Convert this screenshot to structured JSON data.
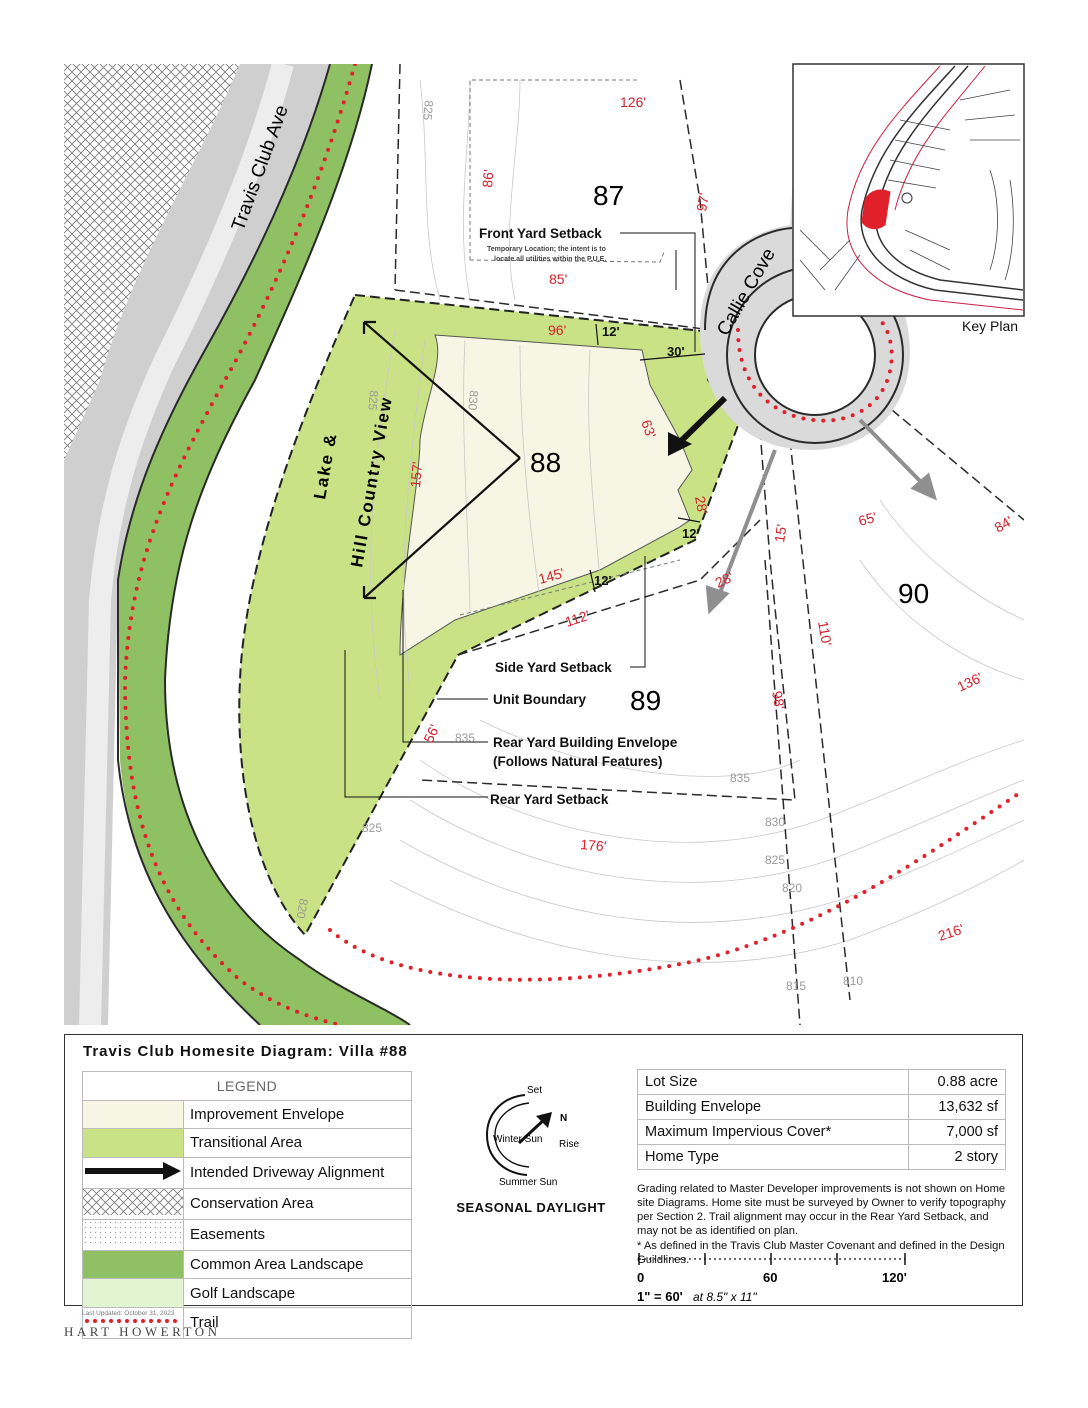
{
  "map": {
    "road_label": "Travis Club Ave",
    "cove_label": "Callie Cove",
    "view_label_1": "Lake &",
    "view_label_2": "Hill Country View",
    "lots": [
      "87",
      "88",
      "89",
      "90"
    ],
    "dims": [
      "126'",
      "86'",
      "97'",
      "85'",
      "96'",
      "12'",
      "30'",
      "63'",
      "157'",
      "28'",
      "12'",
      "145'",
      "12'",
      "112'",
      "56'",
      "28'",
      "15'",
      "65'",
      "84'",
      "110'",
      "136'",
      "98'",
      "176'",
      "216'"
    ],
    "contours": [
      "825",
      "825",
      "830",
      "835",
      "835",
      "830",
      "825",
      "820",
      "815",
      "810",
      "820",
      "825"
    ],
    "callouts": {
      "front_yard": "Front Yard Setback",
      "front_yard_note_1": "Temporary Location; the intent is to",
      "front_yard_note_2": "locate all utilities within the P.U.E.",
      "side_yard": "Side Yard Setback",
      "unit_boundary": "Unit Boundary",
      "rear_envelope_1": "Rear Yard Building Envelope",
      "rear_envelope_2": "(Follows Natural Features)",
      "rear_setback": "Rear Yard Setback"
    },
    "key_plan_label": "Key Plan",
    "colors": {
      "transitional": "#c9e285",
      "improvement": "#f7f6e4",
      "common_area": "#8fc164",
      "trail": "#e0202a"
    }
  },
  "panel": {
    "title": "Travis Club Homesite Diagram: Villa #88",
    "legend_title": "LEGEND",
    "legend": [
      {
        "label": "Improvement Envelope",
        "swatch": "improvement"
      },
      {
        "label": "Transitional Area",
        "swatch": "transitional"
      },
      {
        "label": "Intended Driveway Alignment",
        "swatch": "arrow"
      },
      {
        "label": "Conservation Area",
        "swatch": "crosshatch"
      },
      {
        "label": "Easements",
        "swatch": "dots"
      },
      {
        "label": "Common Area Landscape",
        "swatch": "common"
      },
      {
        "label": "Golf Landscape",
        "swatch": "golf"
      },
      {
        "label": "Trail",
        "swatch": "trail"
      }
    ],
    "daylight": {
      "set": "Set",
      "north": "N",
      "winter": "Winter Sun",
      "rise": "Rise",
      "summer": "Summer Sun",
      "title": "SEASONAL DAYLIGHT"
    },
    "stats": [
      {
        "label": "Lot Size",
        "value": "0.88 acre"
      },
      {
        "label": "Building Envelope",
        "value": "13,632 sf"
      },
      {
        "label": "Maximum Impervious Cover*",
        "value": "7,000 sf"
      },
      {
        "label": "Home Type",
        "value": "2 story"
      }
    ],
    "note": "Grading related to Master Developer improvements is not shown on Home site Diagrams. Home site must be surveyed by Owner to verify topography per Section 2. Trail alignment may occur in the Rear Yard Setback, and may not be as identified on plan.",
    "footnote": "* As defined in the Travis Club Master Covenant and defined in the Design Guildlines.",
    "scale": {
      "ticks": [
        "0",
        "60",
        "120'"
      ],
      "ratio": "1\" = 60'",
      "paper": "at 8.5\" x 11\""
    }
  },
  "footer": {
    "date": "Last Updated: October 31, 2023",
    "brand": "HART HOWERTON"
  }
}
